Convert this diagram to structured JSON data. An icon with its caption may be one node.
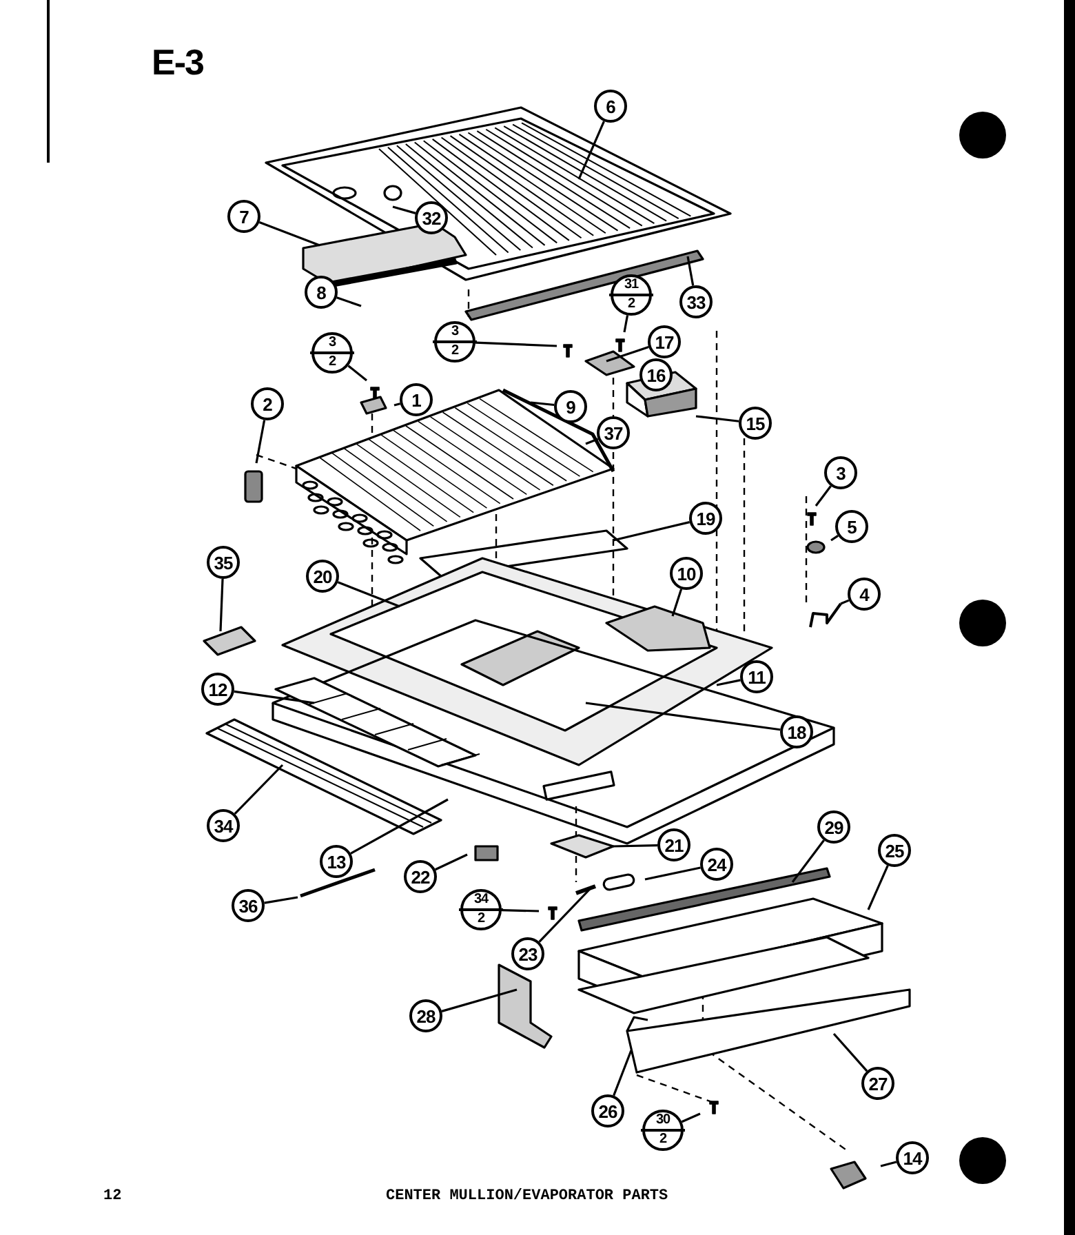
{
  "diagram": {
    "title": "E-3",
    "caption": "CENTER MULLION/EVAPORATOR PARTS",
    "nodes": [
      {
        "text": [
          "6"
        ]
      },
      {
        "text": [
          "32"
        ]
      },
      {
        "text": [
          "7"
        ]
      },
      {
        "text": [
          "8"
        ]
      },
      {
        "text": [
          "33"
        ]
      },
      {
        "text": [
          "31",
          "2"
        ]
      },
      {
        "text": [
          "3",
          "2"
        ]
      },
      {
        "text": [
          "17"
        ]
      },
      {
        "text": [
          "16"
        ]
      },
      {
        "text": [
          "3",
          "2"
        ]
      },
      {
        "text": [
          "1"
        ]
      },
      {
        "text": [
          "9"
        ]
      },
      {
        "text": [
          "15"
        ]
      },
      {
        "text": [
          "2"
        ]
      },
      {
        "text": [
          "37"
        ]
      },
      {
        "text": [
          "3"
        ]
      },
      {
        "text": [
          "19"
        ]
      },
      {
        "text": [
          "5"
        ]
      },
      {
        "text": [
          "35"
        ]
      },
      {
        "text": [
          "20"
        ]
      },
      {
        "text": [
          "10"
        ]
      },
      {
        "text": [
          "4"
        ]
      },
      {
        "text": [
          "11"
        ]
      },
      {
        "text": [
          "12"
        ]
      },
      {
        "text": [
          "18"
        ]
      },
      {
        "text": [
          "34"
        ]
      },
      {
        "text": [
          "13"
        ]
      },
      {
        "text": [
          "29"
        ]
      },
      {
        "text": [
          "21"
        ]
      },
      {
        "text": [
          "24"
        ]
      },
      {
        "text": [
          "25"
        ]
      },
      {
        "text": [
          "22"
        ]
      },
      {
        "text": [
          "36"
        ]
      },
      {
        "text": [
          "34",
          "2"
        ]
      },
      {
        "text": [
          "23"
        ]
      },
      {
        "text": [
          "28"
        ]
      },
      {
        "text": [
          "27"
        ]
      },
      {
        "text": [
          "26"
        ]
      },
      {
        "text": [
          "30",
          "2"
        ]
      },
      {
        "text": [
          "14"
        ]
      }
    ],
    "edges": [
      {
        "from": 0,
        "to": null,
        "arrow": "none"
      },
      {
        "from": 1,
        "to": null,
        "arrow": "none"
      },
      {
        "from": 2,
        "to": null,
        "arrow": "none"
      },
      {
        "from": 3,
        "to": null,
        "arrow": "none"
      },
      {
        "from": 4,
        "to": null,
        "arrow": "none"
      },
      {
        "from": 5,
        "to": null,
        "arrow": "none"
      },
      {
        "from": 6,
        "to": null,
        "arrow": "none"
      },
      {
        "from": 7,
        "to": null,
        "arrow": "none"
      },
      {
        "from": 8,
        "to": null,
        "arrow": "none"
      },
      {
        "from": 9,
        "to": null,
        "arrow": "none"
      },
      {
        "from": 10,
        "to": null,
        "arrow": "none"
      },
      {
        "from": 11,
        "to": null,
        "arrow": "none"
      },
      {
        "from": 12,
        "to": null,
        "arrow": "none"
      },
      {
        "from": 13,
        "to": null,
        "arrow": "none"
      },
      {
        "from": 14,
        "to": null,
        "arrow": "none"
      },
      {
        "from": 15,
        "to": null,
        "arrow": "none"
      },
      {
        "from": 16,
        "to": null,
        "arrow": "none"
      },
      {
        "from": 17,
        "to": null,
        "arrow": "none"
      },
      {
        "from": 18,
        "to": null,
        "arrow": "none"
      },
      {
        "from": 19,
        "to": null,
        "arrow": "none"
      },
      {
        "from": 20,
        "to": null,
        "arrow": "none"
      },
      {
        "from": 21,
        "to": null,
        "arrow": "none"
      },
      {
        "from": 22,
        "to": null,
        "arrow": "none"
      },
      {
        "from": 23,
        "to": null,
        "arrow": "none"
      },
      {
        "from": 24,
        "to": null,
        "arrow": "none"
      },
      {
        "from": 25,
        "to": null,
        "arrow": "none"
      },
      {
        "from": 26,
        "to": null,
        "arrow": "none"
      },
      {
        "from": 27,
        "to": null,
        "arrow": "none"
      },
      {
        "from": 28,
        "to": null,
        "arrow": "none"
      },
      {
        "from": 29,
        "to": null,
        "arrow": "none"
      },
      {
        "from": 30,
        "to": null,
        "arrow": "none"
      },
      {
        "from": 31,
        "to": null,
        "arrow": "none"
      },
      {
        "from": 32,
        "to": null,
        "arrow": "none"
      },
      {
        "from": 33,
        "to": null,
        "arrow": "none"
      },
      {
        "from": 34,
        "to": null,
        "arrow": "none"
      },
      {
        "from": 35,
        "to": null,
        "arrow": "none"
      },
      {
        "from": 36,
        "to": null,
        "arrow": "none"
      },
      {
        "from": 37,
        "to": null,
        "arrow": "none"
      },
      {
        "from": 38,
        "to": null,
        "arrow": "none"
      },
      {
        "from": 39,
        "to": null,
        "arrow": "none"
      }
    ],
    "labels": [
      "12"
    ]
  }
}
